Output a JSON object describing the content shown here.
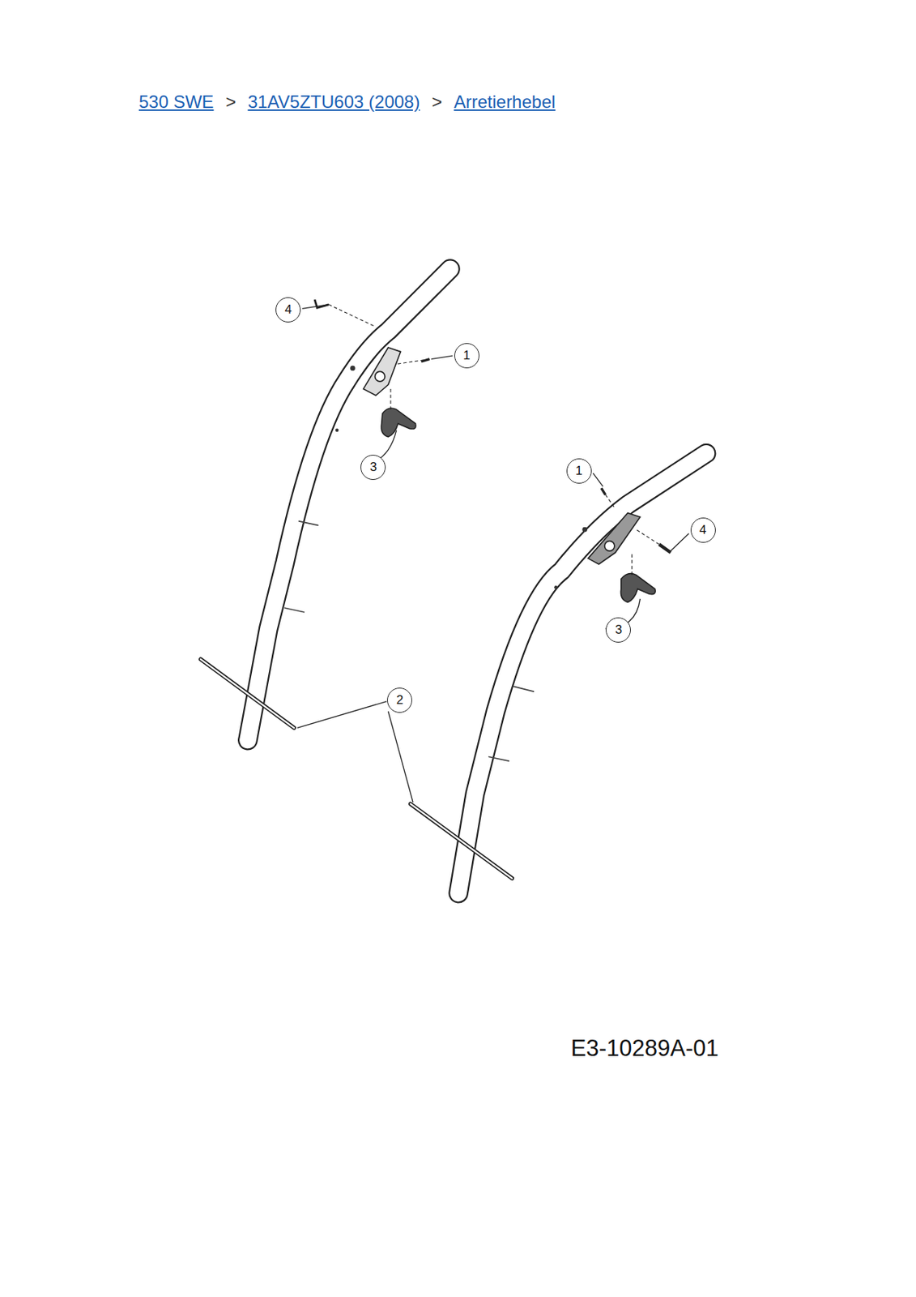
{
  "diagram": {
    "labels": [
      "530 SWE",
      ">",
      "31AV5ZTU603 (2008)",
      ">",
      "Arretierhebel",
      "4",
      "1",
      "3",
      "1",
      "4",
      "3",
      "2",
      "E3-10289A-01"
    ]
  }
}
